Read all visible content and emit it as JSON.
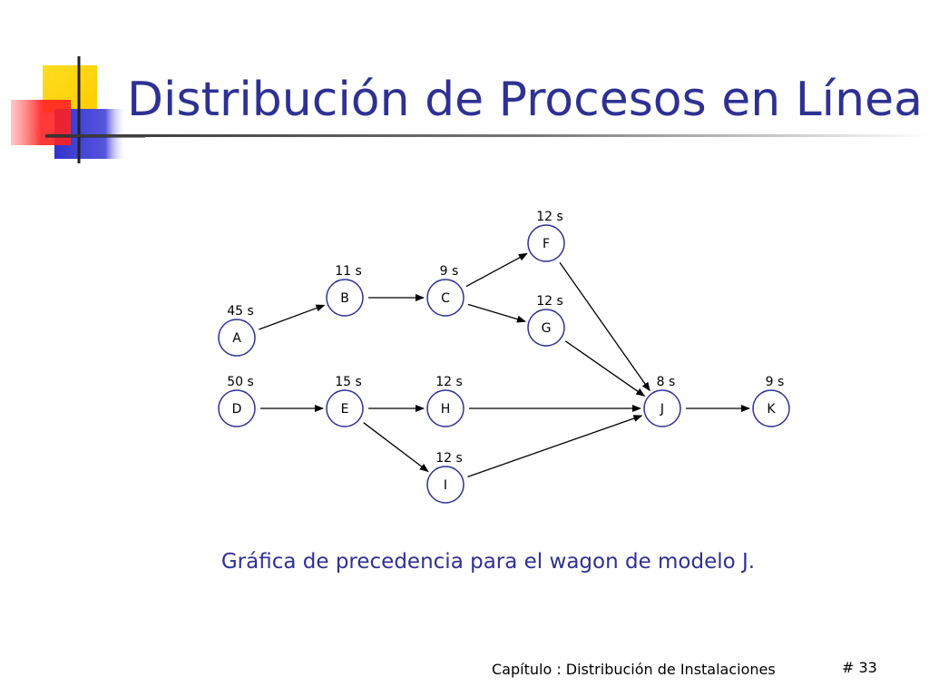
{
  "slide": {
    "title": "Distribución de Procesos en Línea",
    "caption": "Gráfica de precedencia para el wagon de modelo J.",
    "footer": "Capítulo : Distribución de Instalaciones",
    "page_number": "# 33"
  },
  "colors": {
    "title": "#2e3192",
    "logo_yellow": "#ffcc00",
    "logo_red": "#ff3333",
    "logo_blue": "#3333cc",
    "node_stroke": "#2e3192"
  },
  "diagram": {
    "nodes": [
      {
        "id": "A",
        "label": "A",
        "time": "45 s"
      },
      {
        "id": "B",
        "label": "B",
        "time": "11 s"
      },
      {
        "id": "C",
        "label": "C",
        "time": "9 s"
      },
      {
        "id": "F",
        "label": "F",
        "time": "12 s"
      },
      {
        "id": "G",
        "label": "G",
        "time": "12 s"
      },
      {
        "id": "D",
        "label": "D",
        "time": "50 s"
      },
      {
        "id": "E",
        "label": "E",
        "time": "15 s"
      },
      {
        "id": "H",
        "label": "H",
        "time": "12 s"
      },
      {
        "id": "I",
        "label": "I",
        "time": "12 s"
      },
      {
        "id": "J",
        "label": "J",
        "time": "8 s"
      },
      {
        "id": "K",
        "label": "K",
        "time": "9 s"
      }
    ],
    "edges": [
      {
        "from": "A",
        "to": "B"
      },
      {
        "from": "B",
        "to": "C"
      },
      {
        "from": "C",
        "to": "F"
      },
      {
        "from": "C",
        "to": "G"
      },
      {
        "from": "F",
        "to": "J"
      },
      {
        "from": "G",
        "to": "J"
      },
      {
        "from": "D",
        "to": "E"
      },
      {
        "from": "E",
        "to": "H"
      },
      {
        "from": "E",
        "to": "I"
      },
      {
        "from": "H",
        "to": "J"
      },
      {
        "from": "I",
        "to": "J"
      },
      {
        "from": "J",
        "to": "K"
      }
    ]
  }
}
